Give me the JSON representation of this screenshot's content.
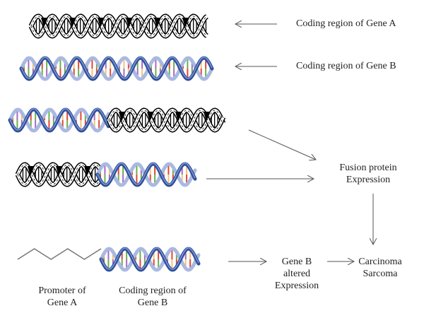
{
  "colors": {
    "strand_blue_dark": "#2f4f9a",
    "strand_blue_light": "#a9b9e0",
    "rung_red": "#e0473a",
    "rung_green": "#6ab04c",
    "rung_purple": "#a86ac0",
    "rung_yellow": "#f2c27a",
    "outline_black": "#000000",
    "arrow": "#555555",
    "promoter_line": "#777777"
  },
  "rows": [
    {
      "id": "gene-a",
      "segments": [
        "bw"
      ],
      "label": "Coding region of Gene A"
    },
    {
      "id": "gene-b",
      "segments": [
        "color"
      ],
      "label": "Coding region of Gene B"
    },
    {
      "id": "fusion-ba",
      "segments": [
        "color",
        "bw"
      ]
    },
    {
      "id": "fusion-ab",
      "segments": [
        "bw",
        "color"
      ]
    },
    {
      "id": "promoter-swap",
      "segments": [
        "promoter",
        "color"
      ]
    }
  ],
  "labels": {
    "gene_a": "Coding region of Gene A",
    "gene_b": "Coding region of Gene B",
    "fusion_line1": "Fusion protein",
    "fusion_line2": "Expression",
    "altered_line1": "Gene B",
    "altered_line2": "altered",
    "altered_line3": "Expression",
    "cancer_line1": "Carcinoma",
    "cancer_line2": "Sarcoma",
    "promoter_line1": "Promoter of",
    "promoter_line2": "Gene A",
    "coding_b_line1": "Coding region of",
    "coding_b_line2": "Gene B"
  }
}
